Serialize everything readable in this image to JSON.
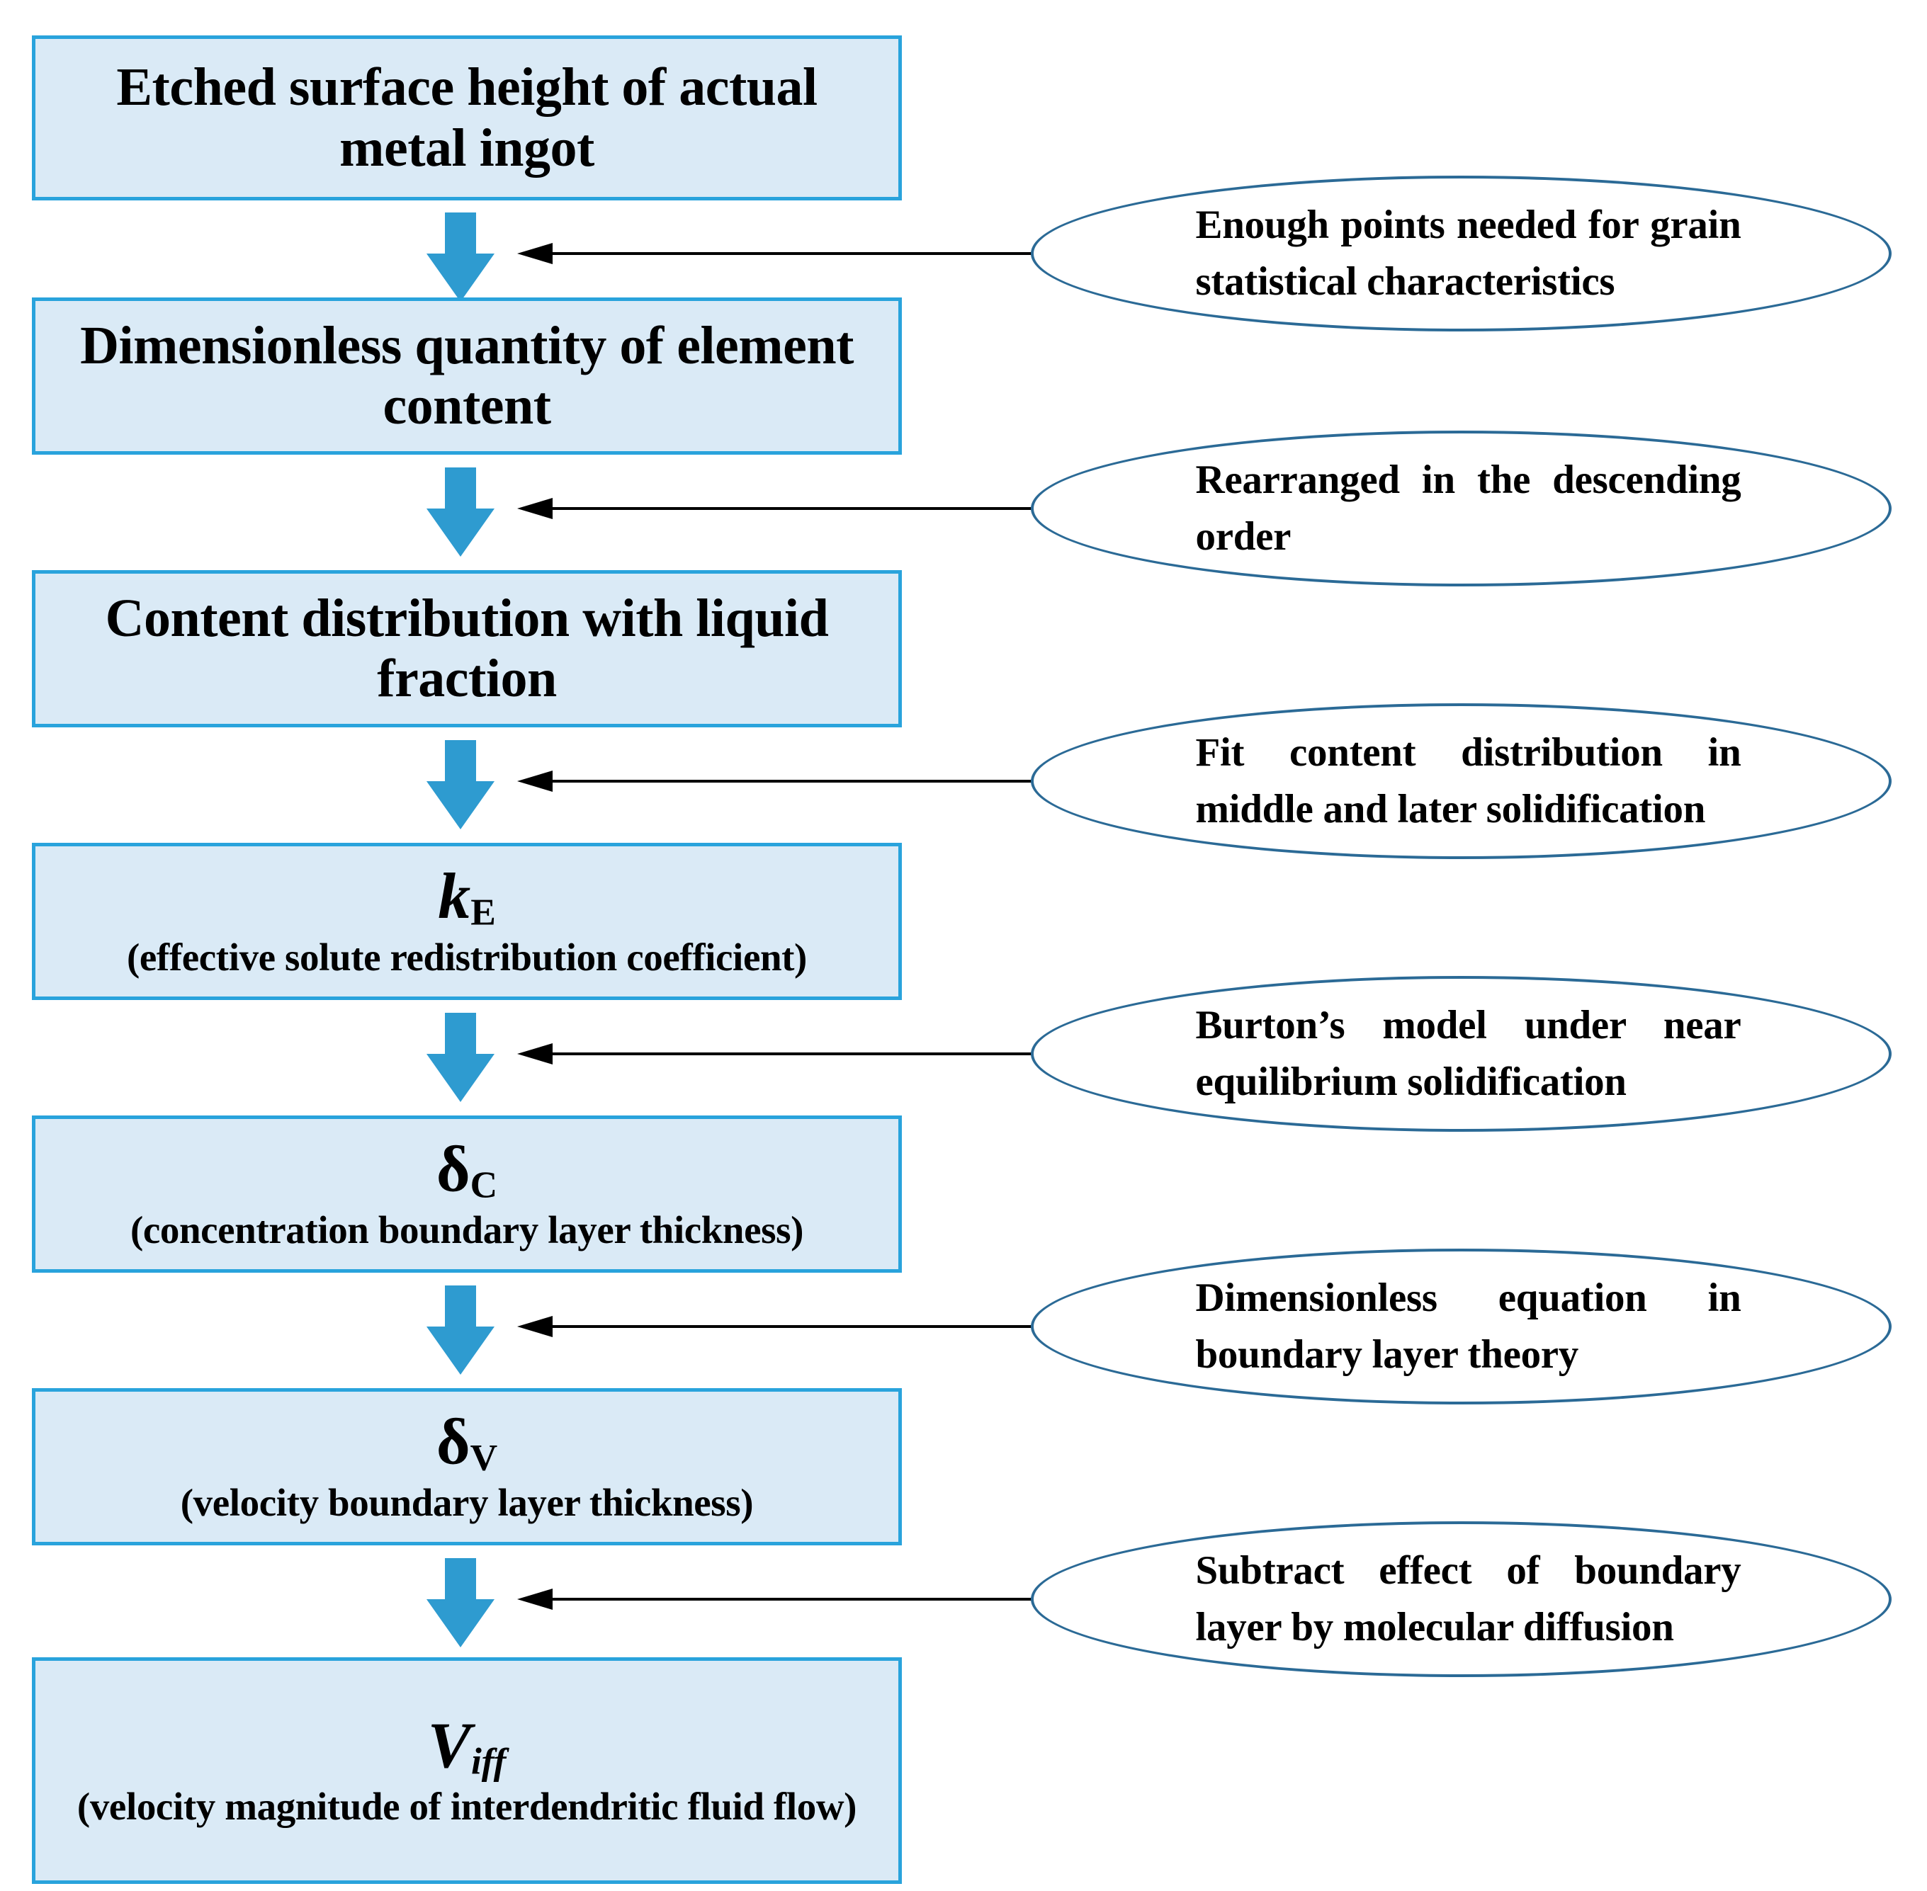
{
  "diagram": {
    "title": "Derivation flow from etched surface height to interdendritic fluid flow velocity",
    "colors": {
      "box_fill": "#DAEAF6",
      "box_border": "#29A3DC",
      "arrow_blue": "#2E9BD0",
      "ellipse_border": "#2B6A96",
      "text": "#000000",
      "connector": "#000000"
    },
    "steps": [
      {
        "id": "step-1",
        "title": "Etched surface height of actual metal ingot",
        "symbol": null,
        "subtitle": null
      },
      {
        "id": "step-2",
        "title": "Dimensionless quantity of element content",
        "symbol": null,
        "subtitle": null
      },
      {
        "id": "step-3",
        "title": "Content distribution with liquid fraction",
        "symbol": null,
        "subtitle": null
      },
      {
        "id": "step-4",
        "title": null,
        "symbol": "k",
        "symbol_sub": "E",
        "symbol_style": "italic",
        "sub_style": "upright",
        "subtitle": "(effective solute redistribution coefficient)"
      },
      {
        "id": "step-5",
        "title": null,
        "symbol": "δ",
        "symbol_sub": "C",
        "symbol_style": "upright",
        "sub_style": "upright",
        "subtitle": "(concentration boundary layer thickness)"
      },
      {
        "id": "step-6",
        "title": null,
        "symbol": "δ",
        "symbol_sub": "V",
        "symbol_style": "upright",
        "sub_style": "upright",
        "subtitle": "(velocity boundary layer thickness)"
      },
      {
        "id": "step-7",
        "title": null,
        "symbol": "V",
        "symbol_sub": "iff",
        "symbol_style": "italic",
        "sub_style": "italic",
        "subtitle": "(velocity magnitude of interdendritic fluid flow)"
      }
    ],
    "annotations": [
      {
        "id": "note-1",
        "text": "Enough points needed for grain statistical characteristics"
      },
      {
        "id": "note-2",
        "text": "Rearranged in the descending order"
      },
      {
        "id": "note-3",
        "text": "Fit content distribution in middle and later solidification"
      },
      {
        "id": "note-4",
        "text": "Burton’s model under near equilibrium solidification"
      },
      {
        "id": "note-5",
        "text": "Dimensionless equation in boundary layer theory"
      },
      {
        "id": "note-6",
        "text": "Subtract effect of boundary layer  by molecular diffusion"
      }
    ]
  }
}
